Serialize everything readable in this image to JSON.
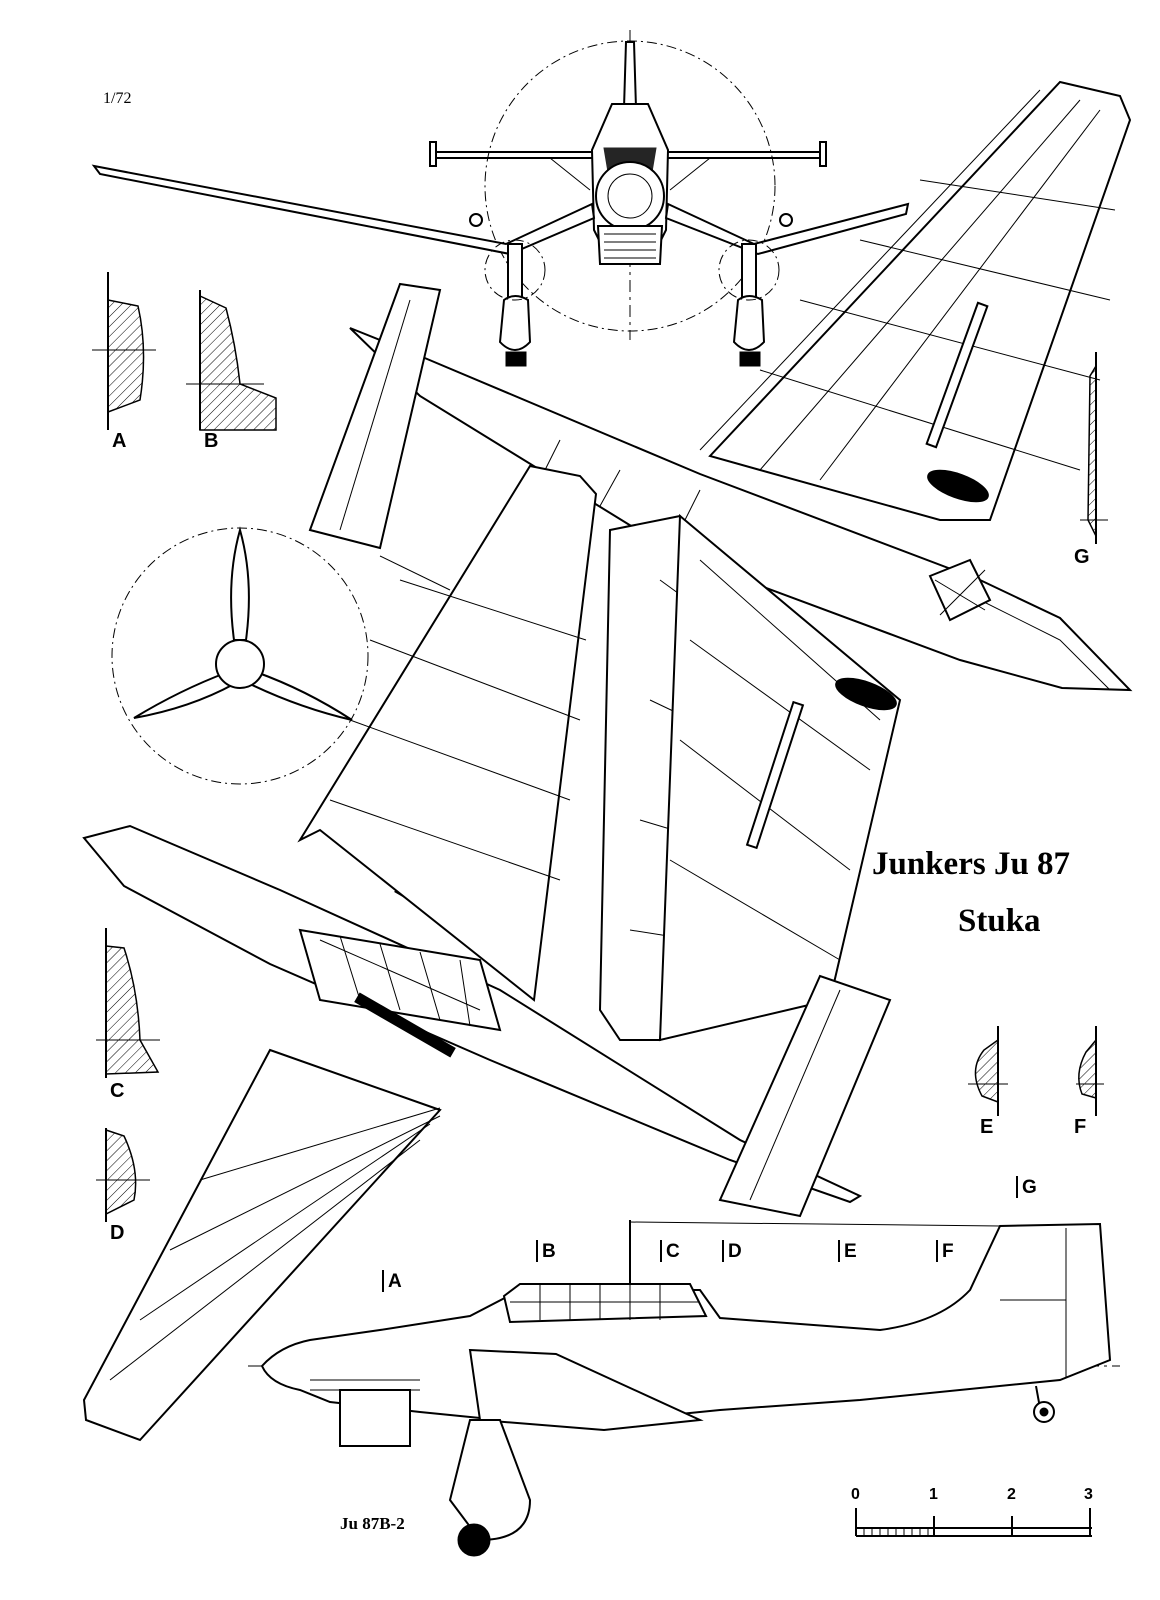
{
  "scale_note": "1/72",
  "title": {
    "line1": "Junkers Ju 87",
    "line2": "Stuka"
  },
  "variant": "Ju 87B-2",
  "sections": [
    "A",
    "B",
    "C",
    "D",
    "E",
    "F",
    "G"
  ],
  "section_markers": [
    "A",
    "B",
    "C",
    "D",
    "E",
    "F",
    "G"
  ],
  "scale_bar": {
    "ticks": [
      "0",
      "1",
      "2",
      "3"
    ]
  }
}
